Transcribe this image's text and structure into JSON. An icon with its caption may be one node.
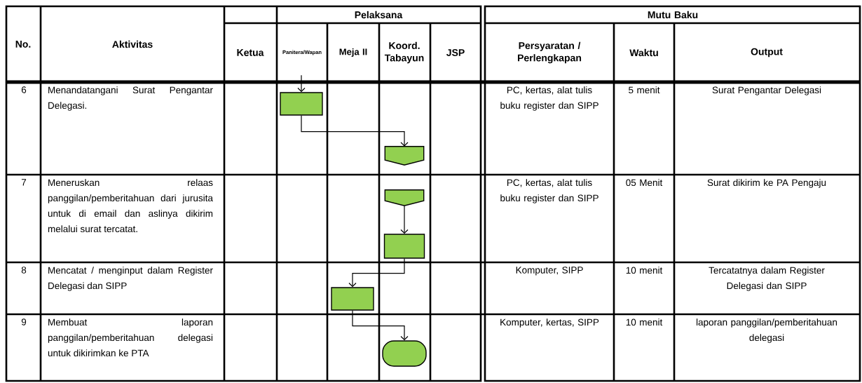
{
  "diagram": {
    "nodes": [
      {
        "text": [],
        "shape": "box"
      },
      {
        "text": [],
        "shape": "pentagon"
      },
      {
        "text": [],
        "shape": "pentagon"
      },
      {
        "text": [],
        "shape": "box"
      },
      {
        "text": [],
        "shape": "box"
      },
      {
        "text": [],
        "shape": "oval"
      }
    ],
    "edges": [
      {
        "from": null,
        "to": 0,
        "arrow": "to"
      },
      {
        "from": 0,
        "to": 1,
        "arrow": "to"
      },
      {
        "from": 2,
        "to": 3,
        "arrow": "to"
      },
      {
        "from": 3,
        "to": 4,
        "arrow": "to"
      },
      {
        "from": 4,
        "to": 5,
        "arrow": "to"
      }
    ],
    "labels": [
      "No.",
      "Aktivitas",
      "Pelaksana",
      "Mutu Baku",
      "Ketua",
      "Panitera/Wapan",
      "Meja II",
      "Koord. Tabayun",
      "JSP",
      "Persyaratan / Perlengkapan",
      "Waktu",
      "Output",
      "6",
      "Menandatangani Surat Pengantar Delegasi.",
      "PC, kertas, alat tulis buku register dan SIPP",
      "5 menit",
      "Surat Pengantar Delegasi",
      "7",
      "Meneruskan relaas panggilan/pemberitahuan dari jurusita untuk di email dan aslinya dikirim melalui surat tercatat.",
      "PC, kertas, alat tulis buku register dan SIPP",
      "05 Menit",
      "Surat dikirim ke PA Pengaju",
      "8",
      "Mencatat / menginput dalam Register Delegasi dan SIPP",
      "Komputer, SIPP",
      "10 menit",
      "Tercatatnya dalam Register Delegasi dan SIPP",
      "9",
      "Membuat laporan panggilan/pemberitahuan delegasi untuk dikirimkan ke PTA",
      "Komputer, kertas, SIPP",
      "10 menit",
      "laporan panggilan/pemberitahuan delegasi"
    ]
  }
}
